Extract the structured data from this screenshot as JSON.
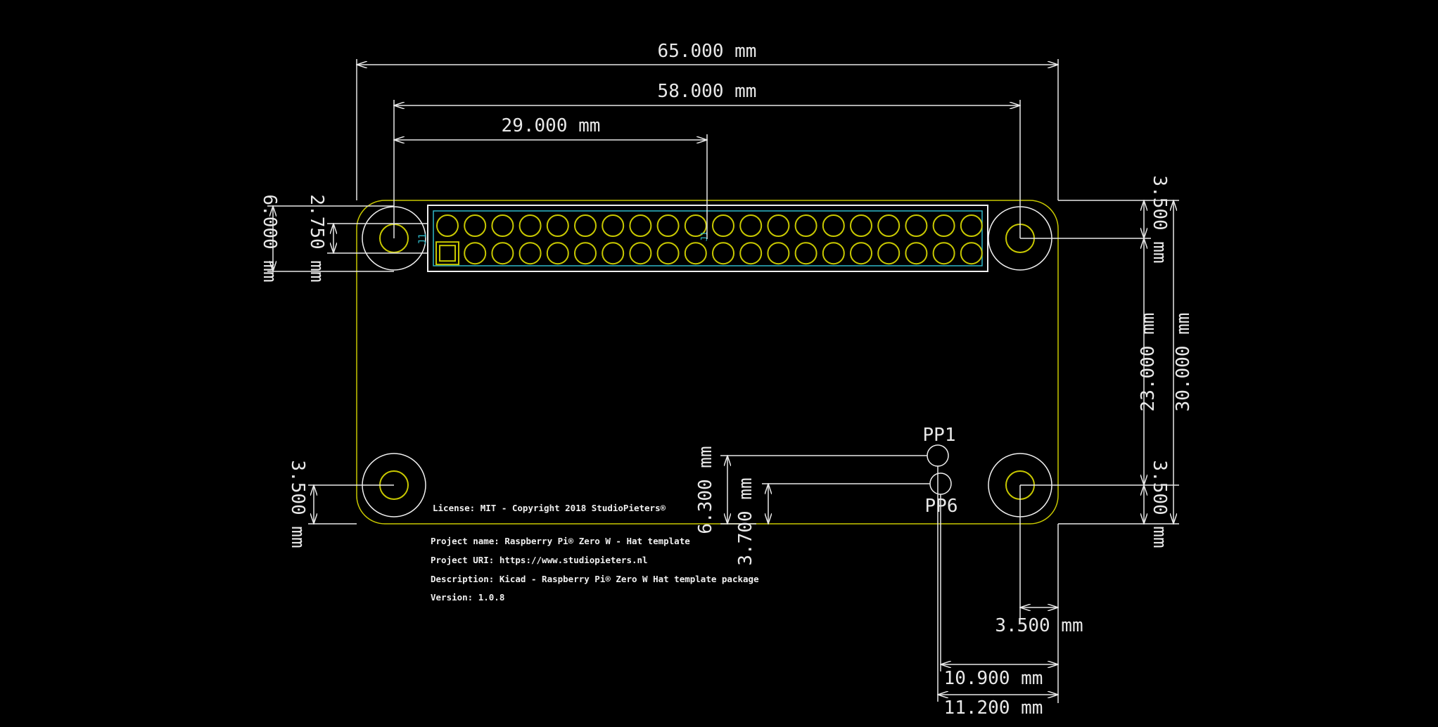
{
  "dimensions": {
    "width_65": "65.000 mm",
    "width_58": "58.000 mm",
    "width_29": "29.000 mm",
    "left_6": "6.000 mm",
    "left_2_75": "2.750 mm",
    "left_3_5": "3.500 mm",
    "right_3_5_top": "3.500 mm",
    "right_23": "23.000 mm",
    "right_30": "30.000 mm",
    "right_3_5_bottom": "3.500 mm",
    "pp_6_3": "6.300 mm",
    "pp_3_7": "3.700 mm",
    "bottom_3_5": "3.500 mm",
    "bottom_10_9": "10.900 mm",
    "bottom_11_2": "11.200 mm"
  },
  "labels": {
    "pp1": "PP1",
    "pp6": "PP6",
    "j1": "J1",
    "j1_ref2": "J1"
  },
  "info": {
    "license": "License: MIT - Copyright 2018 StudioPieters®",
    "project_name": "Project name: Raspberry Pi® Zero W - Hat template",
    "project_uri": "Project URI: https://www.studiopieters.nl",
    "description": "Description: Kicad - Raspberry Pi® Zero W Hat template package",
    "version": "Version: 1.0.8"
  },
  "colors": {
    "background": "#000000",
    "board_outline": "#c8c800",
    "pads": "#c8c800",
    "silkscreen": "#f0f0f0",
    "courtyard": "#2fb8c8"
  },
  "header": {
    "columns": 20,
    "rows": 2
  }
}
